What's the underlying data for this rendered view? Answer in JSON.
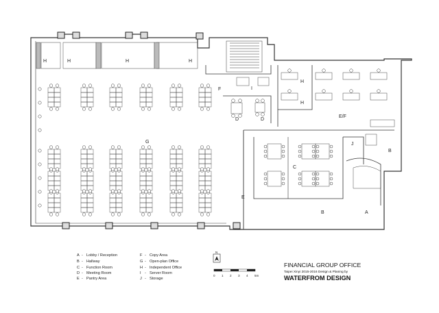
{
  "room_labels": [
    {
      "id": "H",
      "text": "H"
    },
    {
      "id": "G",
      "text": "G"
    },
    {
      "id": "F",
      "text": "F"
    },
    {
      "id": "I",
      "text": "I"
    },
    {
      "id": "D",
      "text": "D"
    },
    {
      "id": "C",
      "text": "C"
    },
    {
      "id": "J",
      "text": "J"
    },
    {
      "id": "B",
      "text": "B"
    },
    {
      "id": "A",
      "text": "A"
    },
    {
      "id": "E",
      "text": "E"
    },
    {
      "id": "EF",
      "text": "E/F"
    }
  ],
  "legend": [
    {
      "key": "A",
      "text": "Lobby / Reception"
    },
    {
      "key": "B",
      "text": "Hallway"
    },
    {
      "key": "C",
      "text": "Function Room"
    },
    {
      "key": "D",
      "text": "Meeting Room"
    },
    {
      "key": "E",
      "text": "Pantry Area"
    },
    {
      "key": "F",
      "text": "Copy Area"
    },
    {
      "key": "G",
      "text": "Open-plan Office"
    },
    {
      "key": "H",
      "text": "Independent Office"
    },
    {
      "key": "I",
      "text": "Server Room"
    },
    {
      "key": "J",
      "text": "Storage"
    }
  ],
  "title": {
    "line1": "FINANCIAL GROUP OFFICE",
    "line2": "Taipei Xinyi 2015-2016 Design & Planing by",
    "line3": "WATERFROM DESIGN"
  },
  "north": {
    "label": "N"
  },
  "scale": {
    "ticks": [
      "0",
      "1",
      "2",
      "3",
      "4",
      "5m"
    ]
  }
}
